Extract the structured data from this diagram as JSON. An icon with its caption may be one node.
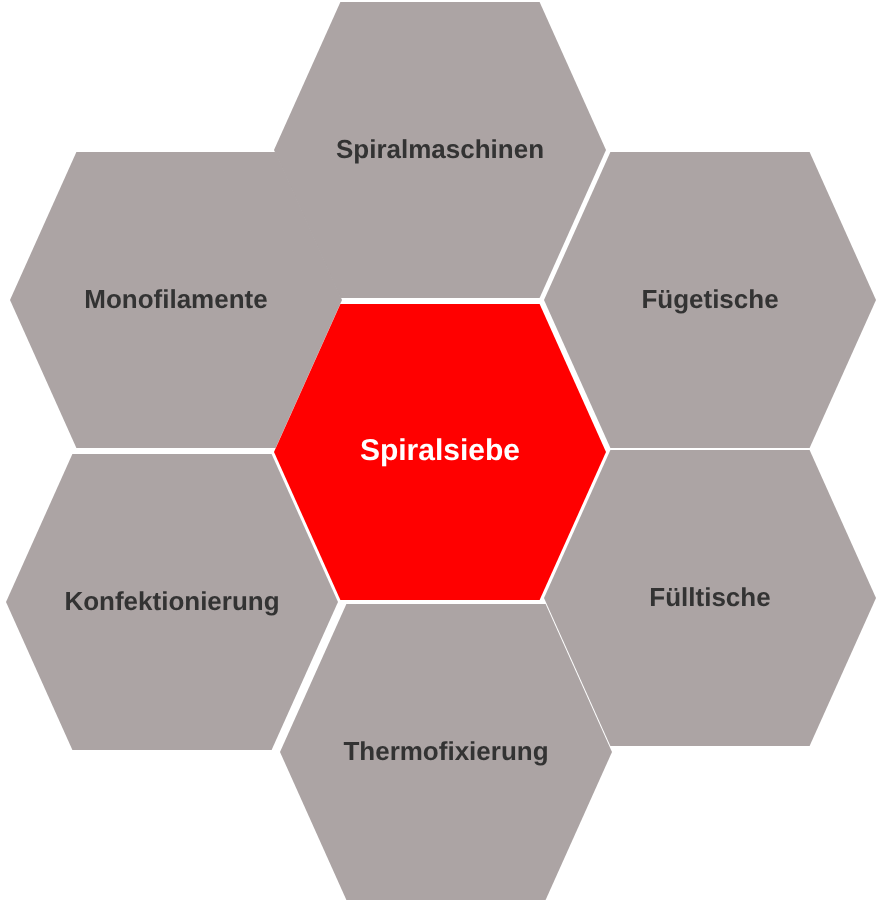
{
  "diagram": {
    "nodes": [
      {
        "text": [
          "Spiralmaschinen"
        ]
      },
      {
        "text": [
          "Monofilamente"
        ]
      },
      {
        "text": [
          "Fügetische"
        ]
      },
      {
        "text": [
          "Spiralsiebe"
        ]
      },
      {
        "text": [
          "Konfektionierung"
        ]
      },
      {
        "text": [
          "Fülltische"
        ]
      },
      {
        "text": [
          "Thermofixierung"
        ]
      }
    ]
  }
}
